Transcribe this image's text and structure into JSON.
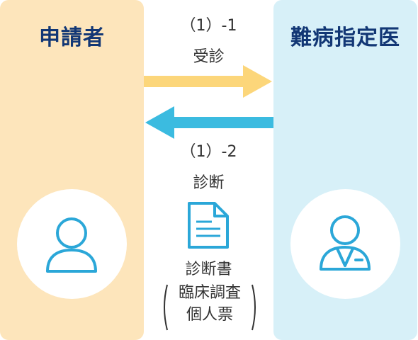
{
  "left_panel": {
    "title": "申請者",
    "avatar_icon": "person-icon"
  },
  "right_panel": {
    "title": "難病指定医",
    "avatar_icon": "doctor-icon"
  },
  "step1": {
    "number": "（1）-1",
    "label": "受診",
    "arrow_color": "#fcd67a",
    "direction": "right"
  },
  "step2": {
    "number": "（1）-2",
    "label": "診断",
    "arrow_color": "#3bbbe0",
    "direction": "left"
  },
  "document": {
    "icon": "document-icon",
    "title": "診断書",
    "subtitle_line1": "臨床調査",
    "subtitle_line2": "個人票"
  },
  "colors": {
    "title": "#123775",
    "icon_stroke": "#2ba7d8",
    "left_bg": "#fde5bb",
    "right_bg": "#d7f0f8"
  }
}
